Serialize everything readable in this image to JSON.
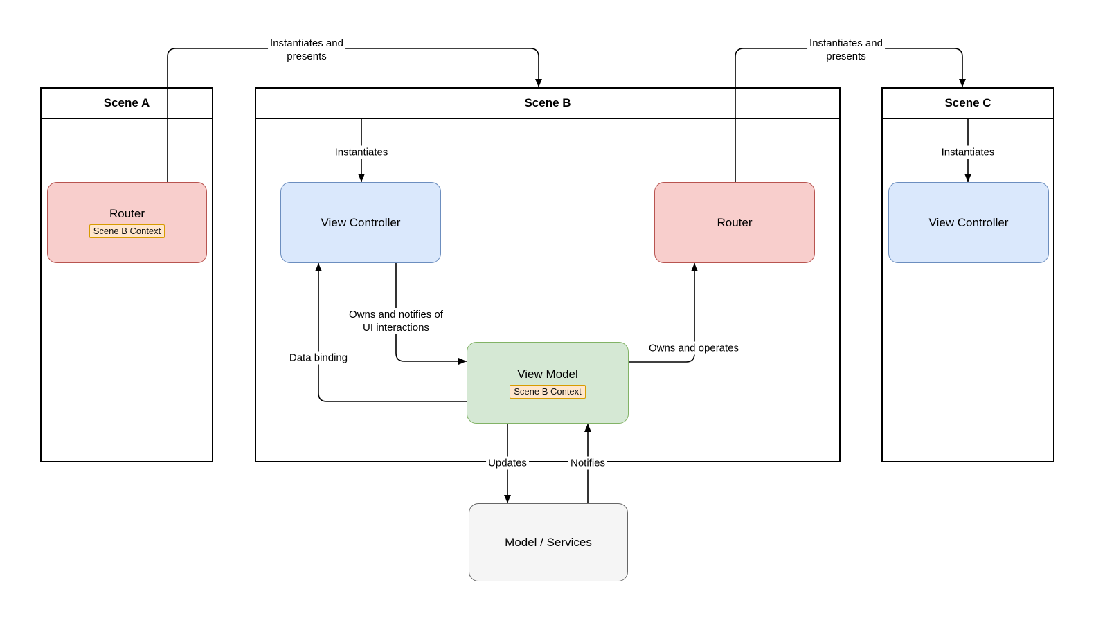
{
  "diagram": {
    "scenes": {
      "a": {
        "title": "Scene A"
      },
      "b": {
        "title": "Scene B"
      },
      "c": {
        "title": "Scene C"
      }
    },
    "nodes": {
      "router_a": {
        "label": "Router",
        "badge": "Scene B Context"
      },
      "view_controller_b": {
        "label": "View Controller"
      },
      "router_b": {
        "label": "Router"
      },
      "view_controller_c": {
        "label": "View Controller"
      },
      "view_model": {
        "label": "View Model",
        "badge": "Scene B Context"
      },
      "model_services": {
        "label": "Model / Services"
      }
    },
    "edges": {
      "instantiates_presents_ab": {
        "line1": "Instantiates and",
        "line2": "presents"
      },
      "instantiates_b": {
        "label": "Instantiates"
      },
      "instantiates_presents_bc": {
        "line1": "Instantiates and",
        "line2": "presents"
      },
      "instantiates_c": {
        "label": "Instantiates"
      },
      "owns_notifies": {
        "line1": "Owns and notifies of",
        "line2": "UI interactions"
      },
      "data_binding": {
        "label": "Data binding"
      },
      "owns_operates": {
        "label": "Owns and operates"
      },
      "updates": {
        "label": "Updates"
      },
      "notifies": {
        "label": "Notifies"
      }
    }
  },
  "colors": {
    "router_fill": "#f8cecc",
    "router_stroke": "#b85450",
    "vc_fill": "#dae8fc",
    "vc_stroke": "#6c8ebf",
    "vm_fill": "#d5e8d4",
    "vm_stroke": "#82b366",
    "model_fill": "#f5f5f5",
    "model_stroke": "#666666",
    "badge_fill": "#ffe6cc",
    "badge_stroke": "#d79b00",
    "line": "#000000"
  }
}
